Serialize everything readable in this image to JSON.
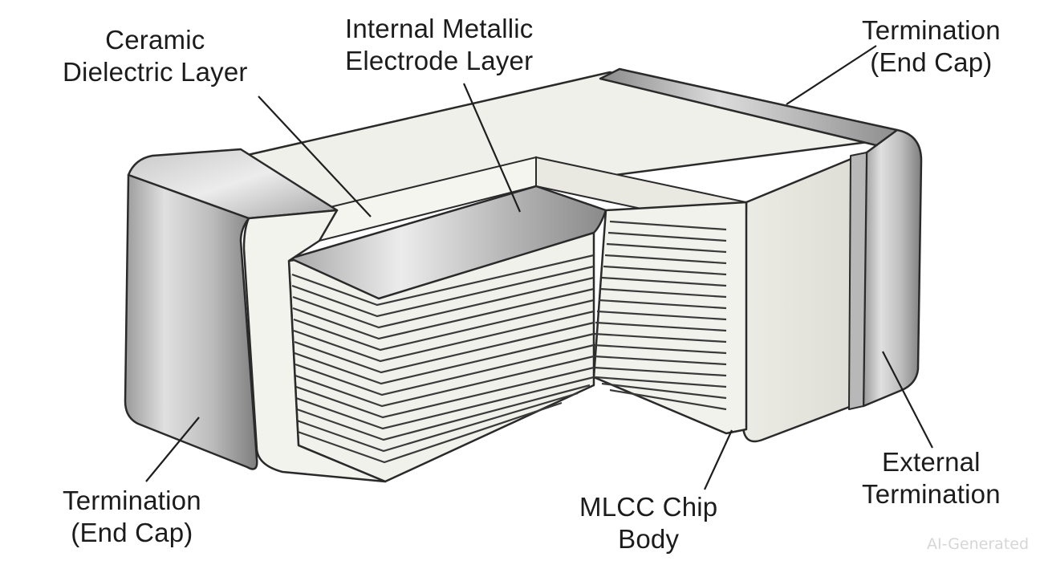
{
  "labels": {
    "ceramic_dielectric": [
      "Ceramic",
      "Dielectric Layer"
    ],
    "internal_electrode": [
      "Internal Metallic",
      "Electrode Layer"
    ],
    "termination_top": [
      "Termination",
      "(End Cap)"
    ],
    "termination_bottom": [
      "Termination",
      "(End Cap)"
    ],
    "external_termination": [
      "External",
      "Termination"
    ],
    "chip_body": [
      "MLCC Chip",
      "Body"
    ]
  },
  "watermark": "AI-Generated",
  "colors": {
    "ceramic": "#efefe8",
    "metal_light": "#e4e4e4",
    "metal_dark": "#8c8c8c",
    "outline": "#222222"
  }
}
